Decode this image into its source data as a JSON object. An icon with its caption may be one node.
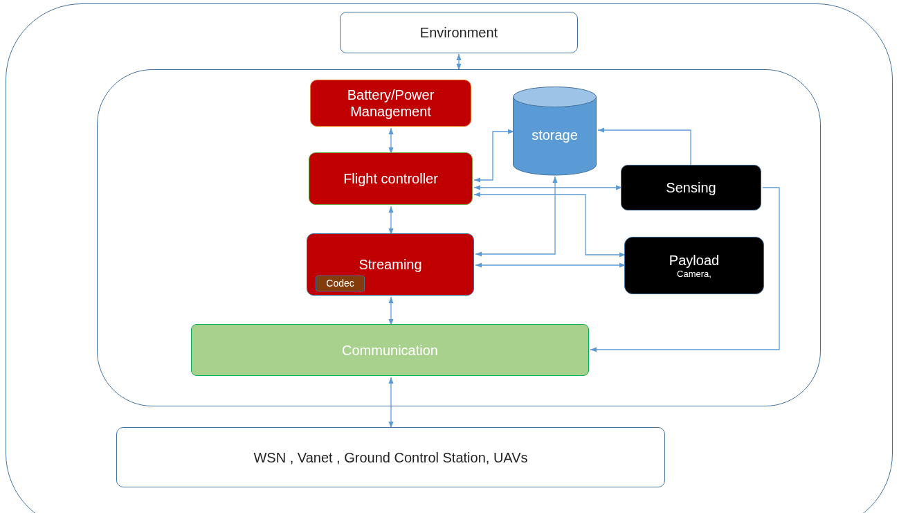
{
  "diagram": {
    "nodes": [
      {
        "text": [],
        "shape": "box"
      },
      {
        "text": [
          "Environment"
        ],
        "in": 0
      },
      {
        "text": [],
        "shape": "box",
        "in": 0
      },
      {
        "text": [
          "Battery/Power Management"
        ],
        "in": 2
      },
      {
        "text": [
          "storage"
        ],
        "in": 2
      },
      {
        "text": [
          "Flight controller"
        ],
        "in": 2
      },
      {
        "text": [
          "Sensing"
        ],
        "in": 2
      },
      {
        "text": [
          "Streaming"
        ],
        "in": 2
      },
      {
        "text": [
          "Codec"
        ],
        "in": 7
      },
      {
        "text": [
          "Payload",
          "Camera,"
        ],
        "in": 2
      },
      {
        "text": [
          "Communication"
        ],
        "in": 2
      },
      {
        "text": [
          "WSN , Vanet , Ground Control Station, UAVs"
        ],
        "in": 0
      }
    ],
    "edges": [
      {
        "from": 1,
        "to": 2,
        "arrow": "both"
      },
      {
        "from": 3,
        "to": 5,
        "arrow": "both"
      },
      {
        "from": 5,
        "to": 4,
        "arrow": "both"
      },
      {
        "from": 6,
        "to": 4,
        "arrow": "to"
      },
      {
        "from": 5,
        "to": 6,
        "arrow": "both"
      },
      {
        "from": 5,
        "to": 9,
        "arrow": "both"
      },
      {
        "from": 5,
        "to": 7,
        "arrow": "both"
      },
      {
        "from": 7,
        "to": 4,
        "arrow": "both"
      },
      {
        "from": 7,
        "to": 9,
        "arrow": "both"
      },
      {
        "from": 6,
        "to": 10,
        "arrow": "to"
      },
      {
        "from": 7,
        "to": 10,
        "arrow": "both"
      },
      {
        "from": 10,
        "to": 11,
        "arrow": "both"
      }
    ]
  }
}
